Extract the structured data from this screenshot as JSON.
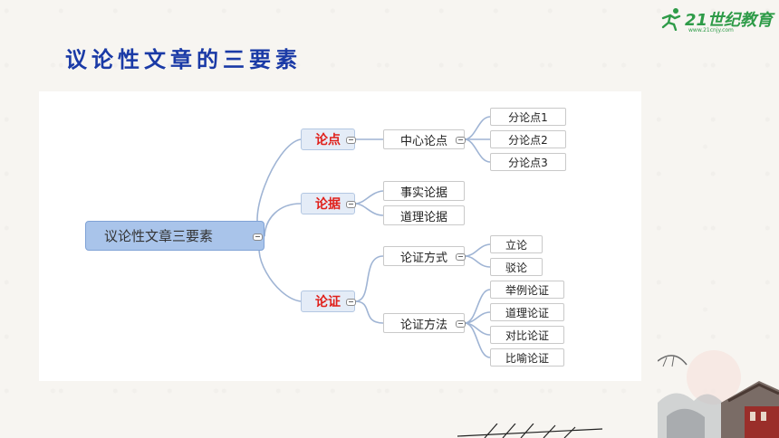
{
  "brand": {
    "name": "21世纪教育",
    "url": "www.21cnjy.com",
    "accent_color": "#2e9b48"
  },
  "slide_title": "议论性文章的三要素",
  "mindmap": {
    "root": "议论性文章三要素",
    "branches": [
      {
        "label": "论点",
        "children": [
          {
            "label": "中心论点",
            "children": [
              "分论点1",
              "分论点2",
              "分论点3"
            ]
          }
        ]
      },
      {
        "label": "论据",
        "children": [
          {
            "label": "事实论据",
            "children": []
          },
          {
            "label": "道理论据",
            "children": []
          }
        ]
      },
      {
        "label": "论证",
        "children": [
          {
            "label": "论证方式",
            "children": [
              "立论",
              "驳论"
            ]
          },
          {
            "label": "论证方法",
            "children": [
              "举例论证",
              "道理论证",
              "对比论证",
              "比喻论证"
            ]
          }
        ]
      }
    ],
    "colors": {
      "branch_label": "#e0201b",
      "connector": "#9fb4d4",
      "root_fill": "#a9c4ea"
    }
  }
}
